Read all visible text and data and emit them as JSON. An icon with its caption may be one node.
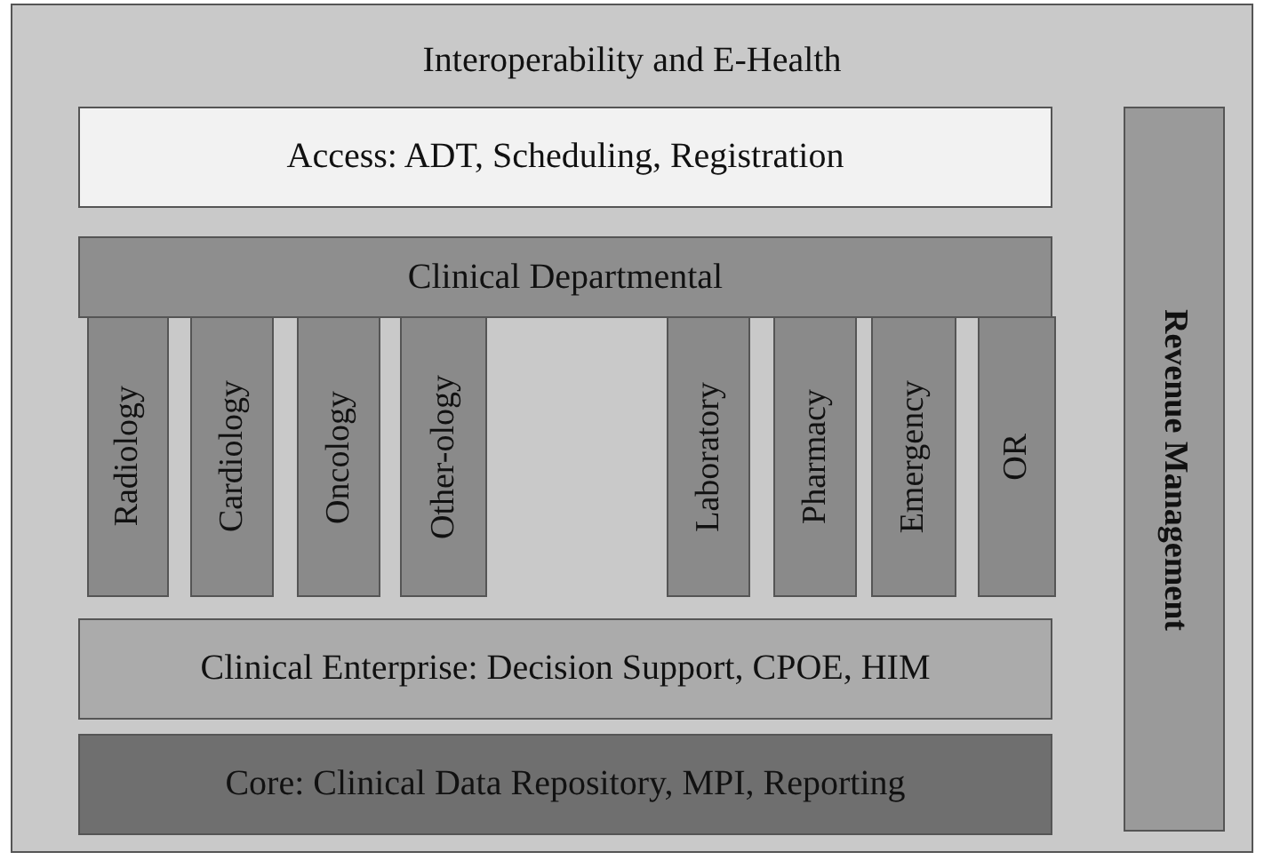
{
  "diagram": {
    "nodes": [
      {
        "text": [
          "Interoperability and E-Health"
        ]
      },
      {
        "text": [
          "Access: ADT, Scheduling, Registration"
        ],
        "in": 0
      },
      {
        "text": [
          "Clinical Departmental"
        ],
        "in": 0
      },
      {
        "text": [
          "Radiology"
        ],
        "in": 0
      },
      {
        "text": [
          "Cardiology"
        ],
        "in": 0
      },
      {
        "text": [
          "Oncology"
        ],
        "in": 0
      },
      {
        "text": [
          "Other-ology"
        ],
        "in": 0
      },
      {
        "text": [
          "Laboratory"
        ],
        "in": 0
      },
      {
        "text": [
          "Pharmacy"
        ],
        "in": 0
      },
      {
        "text": [
          "Emergency"
        ],
        "in": 0
      },
      {
        "text": [
          "OR"
        ],
        "in": 0
      },
      {
        "text": [
          "Clinical Enterprise: Decision Support, CPOE, HIM"
        ],
        "in": 0
      },
      {
        "text": [
          "Core: Clinical Data Repository, MPI, Reporting"
        ],
        "in": 0
      },
      {
        "text": [
          "Revenue Management"
        ],
        "in": 0
      }
    ]
  }
}
